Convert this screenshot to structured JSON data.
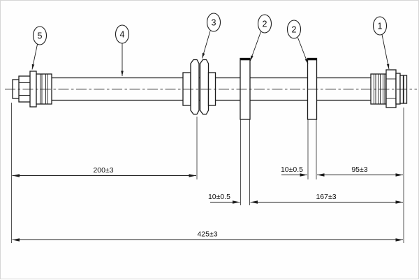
{
  "drawing": {
    "callouts": [
      {
        "number": "5"
      },
      {
        "number": "4"
      },
      {
        "number": "3"
      },
      {
        "number": "2"
      },
      {
        "number": "2"
      },
      {
        "number": "1"
      }
    ],
    "dimensions": {
      "left_end_to_grommet": {
        "label": "200±3"
      },
      "clip1_width": {
        "label": "10±0.5"
      },
      "clip1_to_right_end": {
        "label": "167±3"
      },
      "clip2_width": {
        "label": "10±0.5"
      },
      "clip2_to_right_end": {
        "label": "95±3"
      },
      "overall_length": {
        "label": "425±3"
      }
    },
    "colors": {
      "line": "#1c1c1c",
      "background": "#fefefe",
      "border": "#d6d6d6"
    }
  }
}
